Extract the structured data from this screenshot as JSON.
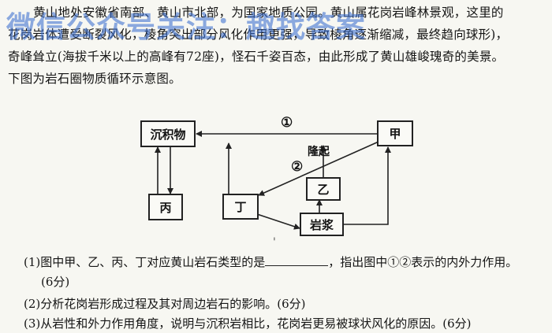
{
  "intro": {
    "line1": "黄山地处安徽省南部、黄山市北部，为国家地质公园。黄山属花岗岩峰林景观，这里的",
    "line2": "花岗岩体遭受断裂风化，棱角突出部分风化作用更强，导致棱角逐渐缩减，最终趋向球形)，",
    "line3": "奇峰耸立(海拔千米以上的高峰有72座)，怪石千姿百态，由此形成了黄山雄峻瑰奇的美景。",
    "line4": "下图为岩石圈物质循环示意图。"
  },
  "watermark": "微信公众号关注：趣找答案",
  "diagram": {
    "boxes": {
      "sediment": "沉积物",
      "jia": "甲",
      "yi": "乙",
      "bing": "丙",
      "ding": "丁",
      "magma": "岩浆"
    },
    "labels": {
      "circle1": "①",
      "circle2": "②",
      "uplift": "隆起"
    },
    "marker": "'"
  },
  "questions": {
    "q1_part1": "(1)图中甲、乙、丙、丁对应黄山岩石类型的是",
    "q1_part2": "，指出图中①②表示的内外力作用。",
    "q1_score": "(6分)",
    "q2": "(2)分析花岗岩形成过程及其对周边岩石的影响。(6分)",
    "q3": "(3)从岩性和外力作用角度，说明与沉积岩相比，花岗岩更易被球状风化的原因。(6分)"
  }
}
